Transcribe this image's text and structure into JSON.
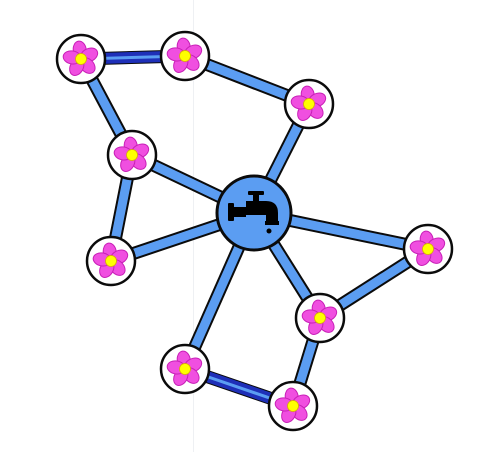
{
  "game": {
    "type": "pipe-network-puzzle",
    "colors": {
      "pipe_fill": "#5b9df2",
      "pipe_outline": "#0b0b0b",
      "pipe_highlight": "#1e2fb8",
      "node_fill": "#ffffff",
      "source_fill": "#5b9df2",
      "petal": "#f04fe0",
      "petal_dark": "#c81fb7",
      "flower_center": "#ffff00",
      "background": "#ffffff"
    },
    "source": {
      "id": "faucet",
      "icon": "faucet-icon"
    },
    "flowers": [
      {
        "id": "f1",
        "icon": "flower-icon"
      },
      {
        "id": "f2",
        "icon": "flower-icon"
      },
      {
        "id": "f3",
        "icon": "flower-icon"
      },
      {
        "id": "f4",
        "icon": "flower-icon"
      },
      {
        "id": "f5",
        "icon": "flower-icon"
      },
      {
        "id": "f6",
        "icon": "flower-icon"
      },
      {
        "id": "f7",
        "icon": "flower-icon"
      },
      {
        "id": "f8",
        "icon": "flower-icon"
      },
      {
        "id": "f9",
        "icon": "flower-icon"
      }
    ],
    "pipes": [
      {
        "from": "f1",
        "to": "f2",
        "highlighted": true
      },
      {
        "from": "f2",
        "to": "f3",
        "highlighted": false
      },
      {
        "from": "f1",
        "to": "f4",
        "highlighted": false
      },
      {
        "from": "f4",
        "to": "f5",
        "highlighted": false
      },
      {
        "from": "f4",
        "to": "faucet",
        "highlighted": false
      },
      {
        "from": "f5",
        "to": "faucet",
        "highlighted": false
      },
      {
        "from": "f3",
        "to": "faucet",
        "highlighted": false
      },
      {
        "from": "f6",
        "to": "faucet",
        "highlighted": false
      },
      {
        "from": "f7",
        "to": "faucet",
        "highlighted": false
      },
      {
        "from": "f6",
        "to": "f7",
        "highlighted": false
      },
      {
        "from": "f7",
        "to": "f9",
        "highlighted": false
      },
      {
        "from": "f8",
        "to": "faucet",
        "highlighted": false
      },
      {
        "from": "f8",
        "to": "f9",
        "highlighted": true
      }
    ]
  }
}
